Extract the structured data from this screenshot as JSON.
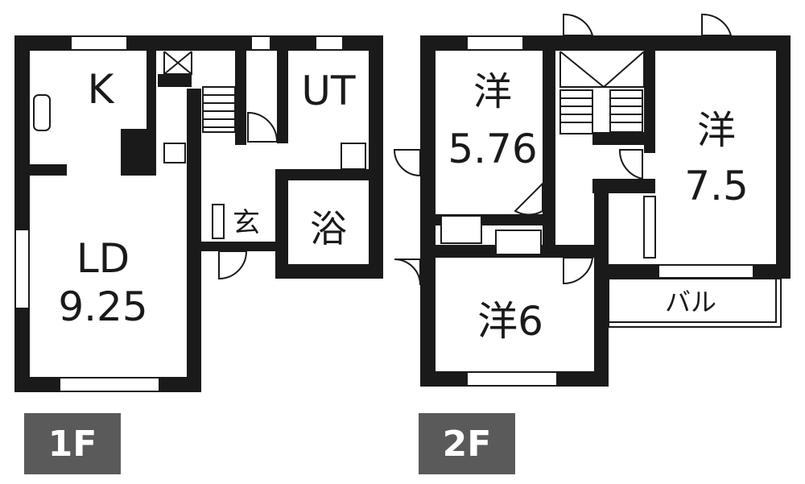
{
  "floors": [
    {
      "badge": "1F",
      "rooms": {
        "kitchen": "K",
        "utility": "UT",
        "living_label": "LD",
        "living_size": "9.25",
        "entrance": "玄",
        "bath": "浴"
      }
    },
    {
      "badge": "2F",
      "rooms": {
        "western_a_label": "洋",
        "western_a_size": "5.76",
        "western_b_label": "洋",
        "western_b_size": "7.5",
        "western_c": "洋6",
        "balcony": "バル"
      }
    }
  ],
  "colors": {
    "wall": "#1a1a1a",
    "badge": "#5a5a5a",
    "badge_text": "#ffffff"
  }
}
